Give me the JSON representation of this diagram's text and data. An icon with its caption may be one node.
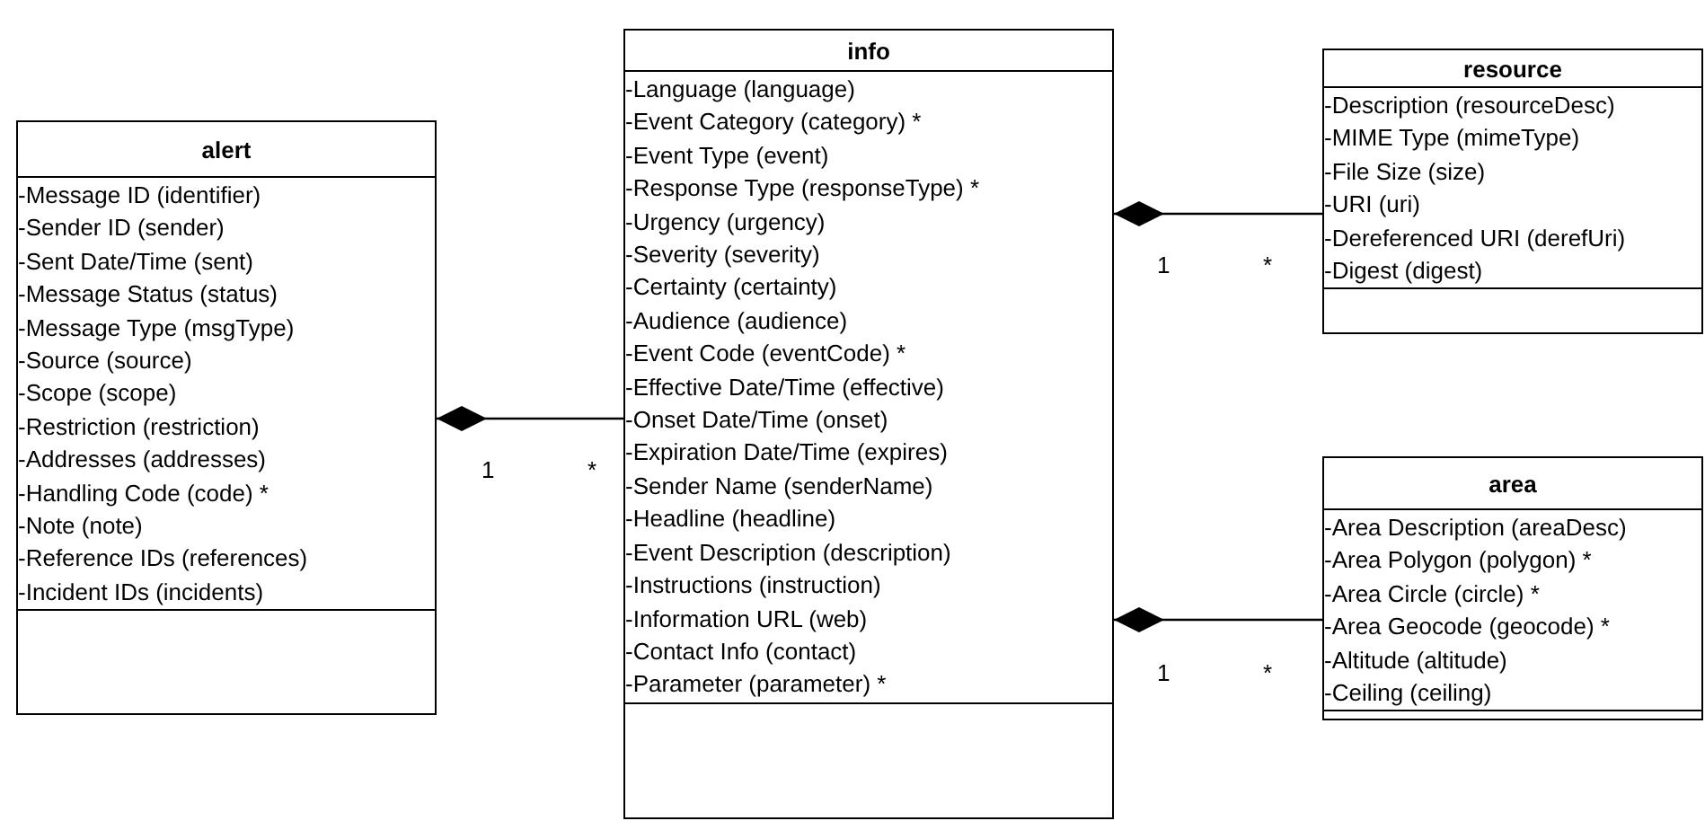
{
  "diagram": {
    "nodes": [
      {
        "text": [
          "alert",
          "-Message ID (identifier)",
          "-Sender ID (sender)",
          "-Sent Date/Time (sent)",
          "-Message Status (status)",
          "-Message Type (msgType)",
          "-Source (source)",
          "-Scope (scope)",
          "-Restriction (restriction)",
          "-Addresses (addresses)",
          "-Handling Code (code) *",
          "-Note (note)",
          "-Reference IDs (references)",
          "-Incident IDs (incidents)"
        ]
      },
      {
        "text": [
          "info",
          "-Language (language)",
          "-Event Category (category) *",
          "-Event Type (event)",
          "-Response Type (responseType) *",
          "-Urgency (urgency)",
          "-Severity (severity)",
          "-Certainty (certainty)",
          "-Audience (audience)",
          "-Event Code (eventCode) *",
          "-Effective Date/Time (effective)",
          "-Onset Date/Time (onset)",
          "-Expiration Date/Time (expires)",
          "-Sender Name (senderName)",
          "-Headline (headline)",
          "-Event Description (description)",
          "-Instructions (instruction)",
          "-Information URL (web)",
          "-Contact Info (contact)",
          "-Parameter (parameter) *"
        ]
      },
      {
        "text": [
          "resource",
          "-Description (resourceDesc)",
          "-MIME Type (mimeType)",
          "-File Size (size)",
          "-URI (uri)",
          "-Dereferenced URI (derefUri)",
          "-Digest (digest)"
        ]
      },
      {
        "text": [
          "area",
          "-Area Description (areaDesc)",
          "-Area Polygon (polygon) *",
          "-Area Circle (circle) *",
          "-Area Geocode (geocode) *",
          "-Altitude (altitude)",
          "-Ceiling (ceiling)"
        ]
      }
    ],
    "edges": [
      {
        "from": 0,
        "to": 1,
        "arrow": "other"
      },
      {
        "from": 1,
        "to": 2,
        "arrow": "other"
      },
      {
        "from": 1,
        "to": 3,
        "arrow": "other"
      }
    ],
    "labels": [
      "1",
      "*",
      "1",
      "*",
      "1",
      "*"
    ]
  }
}
